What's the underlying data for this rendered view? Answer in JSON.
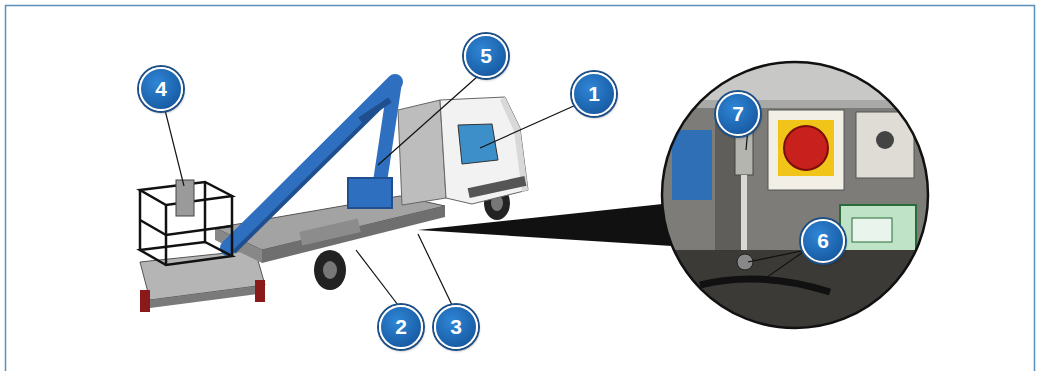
{
  "diagram": {
    "labels": [
      "4",
      "5",
      "1",
      "2",
      "3",
      "7",
      "6"
    ]
  }
}
